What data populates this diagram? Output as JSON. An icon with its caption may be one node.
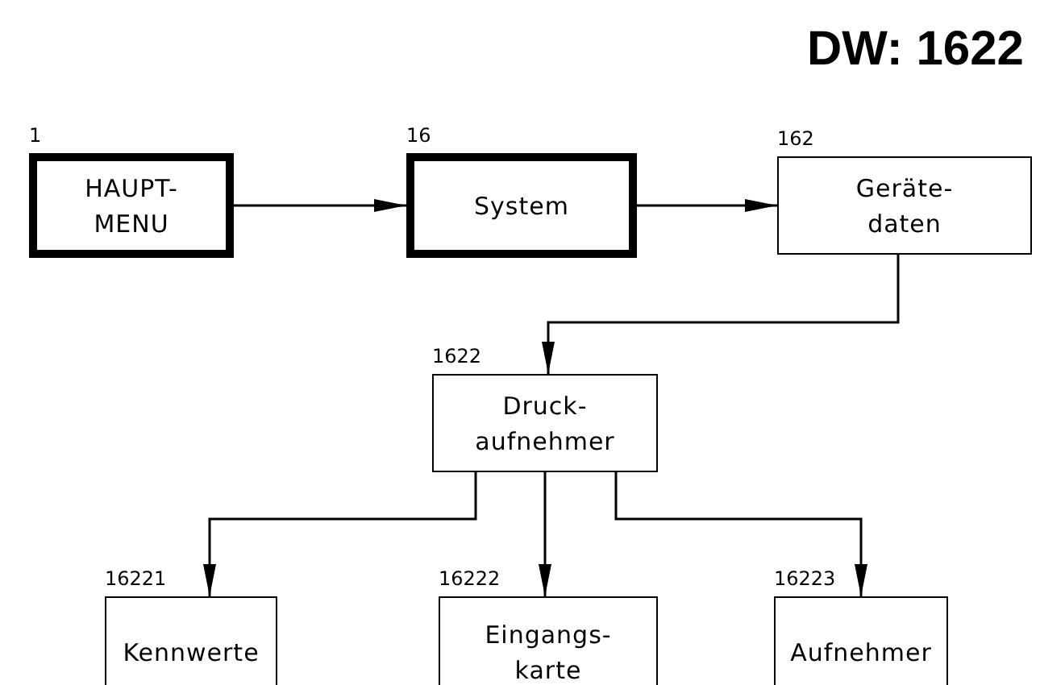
{
  "diagram": {
    "title": "DW: 1622",
    "nodes": [
      {
        "text": [
          "HAUPT- MENU"
        ],
        "beside": [
          "1"
        ]
      },
      {
        "text": [
          "System"
        ],
        "beside": [
          "16"
        ]
      },
      {
        "text": [
          "Geräte- daten"
        ],
        "beside": [
          "162"
        ]
      },
      {
        "text": [
          "Druck- aufnehmer"
        ],
        "beside": [
          "1622"
        ]
      },
      {
        "text": [
          "Kennwerte"
        ],
        "beside": [
          "16221"
        ]
      },
      {
        "text": [
          "Eingangs- karte"
        ],
        "beside": [
          "16222"
        ]
      },
      {
        "text": [
          "Aufnehmer"
        ],
        "beside": [
          "16223"
        ]
      }
    ],
    "edges": [
      {
        "from": 0,
        "to": 1,
        "arrow": "to"
      },
      {
        "from": 1,
        "to": 2,
        "arrow": "to"
      },
      {
        "from": 2,
        "to": 3,
        "arrow": "to"
      },
      {
        "from": 3,
        "to": 4,
        "arrow": "to"
      },
      {
        "from": 3,
        "to": 5,
        "arrow": "to"
      },
      {
        "from": 3,
        "to": 6,
        "arrow": "to"
      }
    ]
  }
}
